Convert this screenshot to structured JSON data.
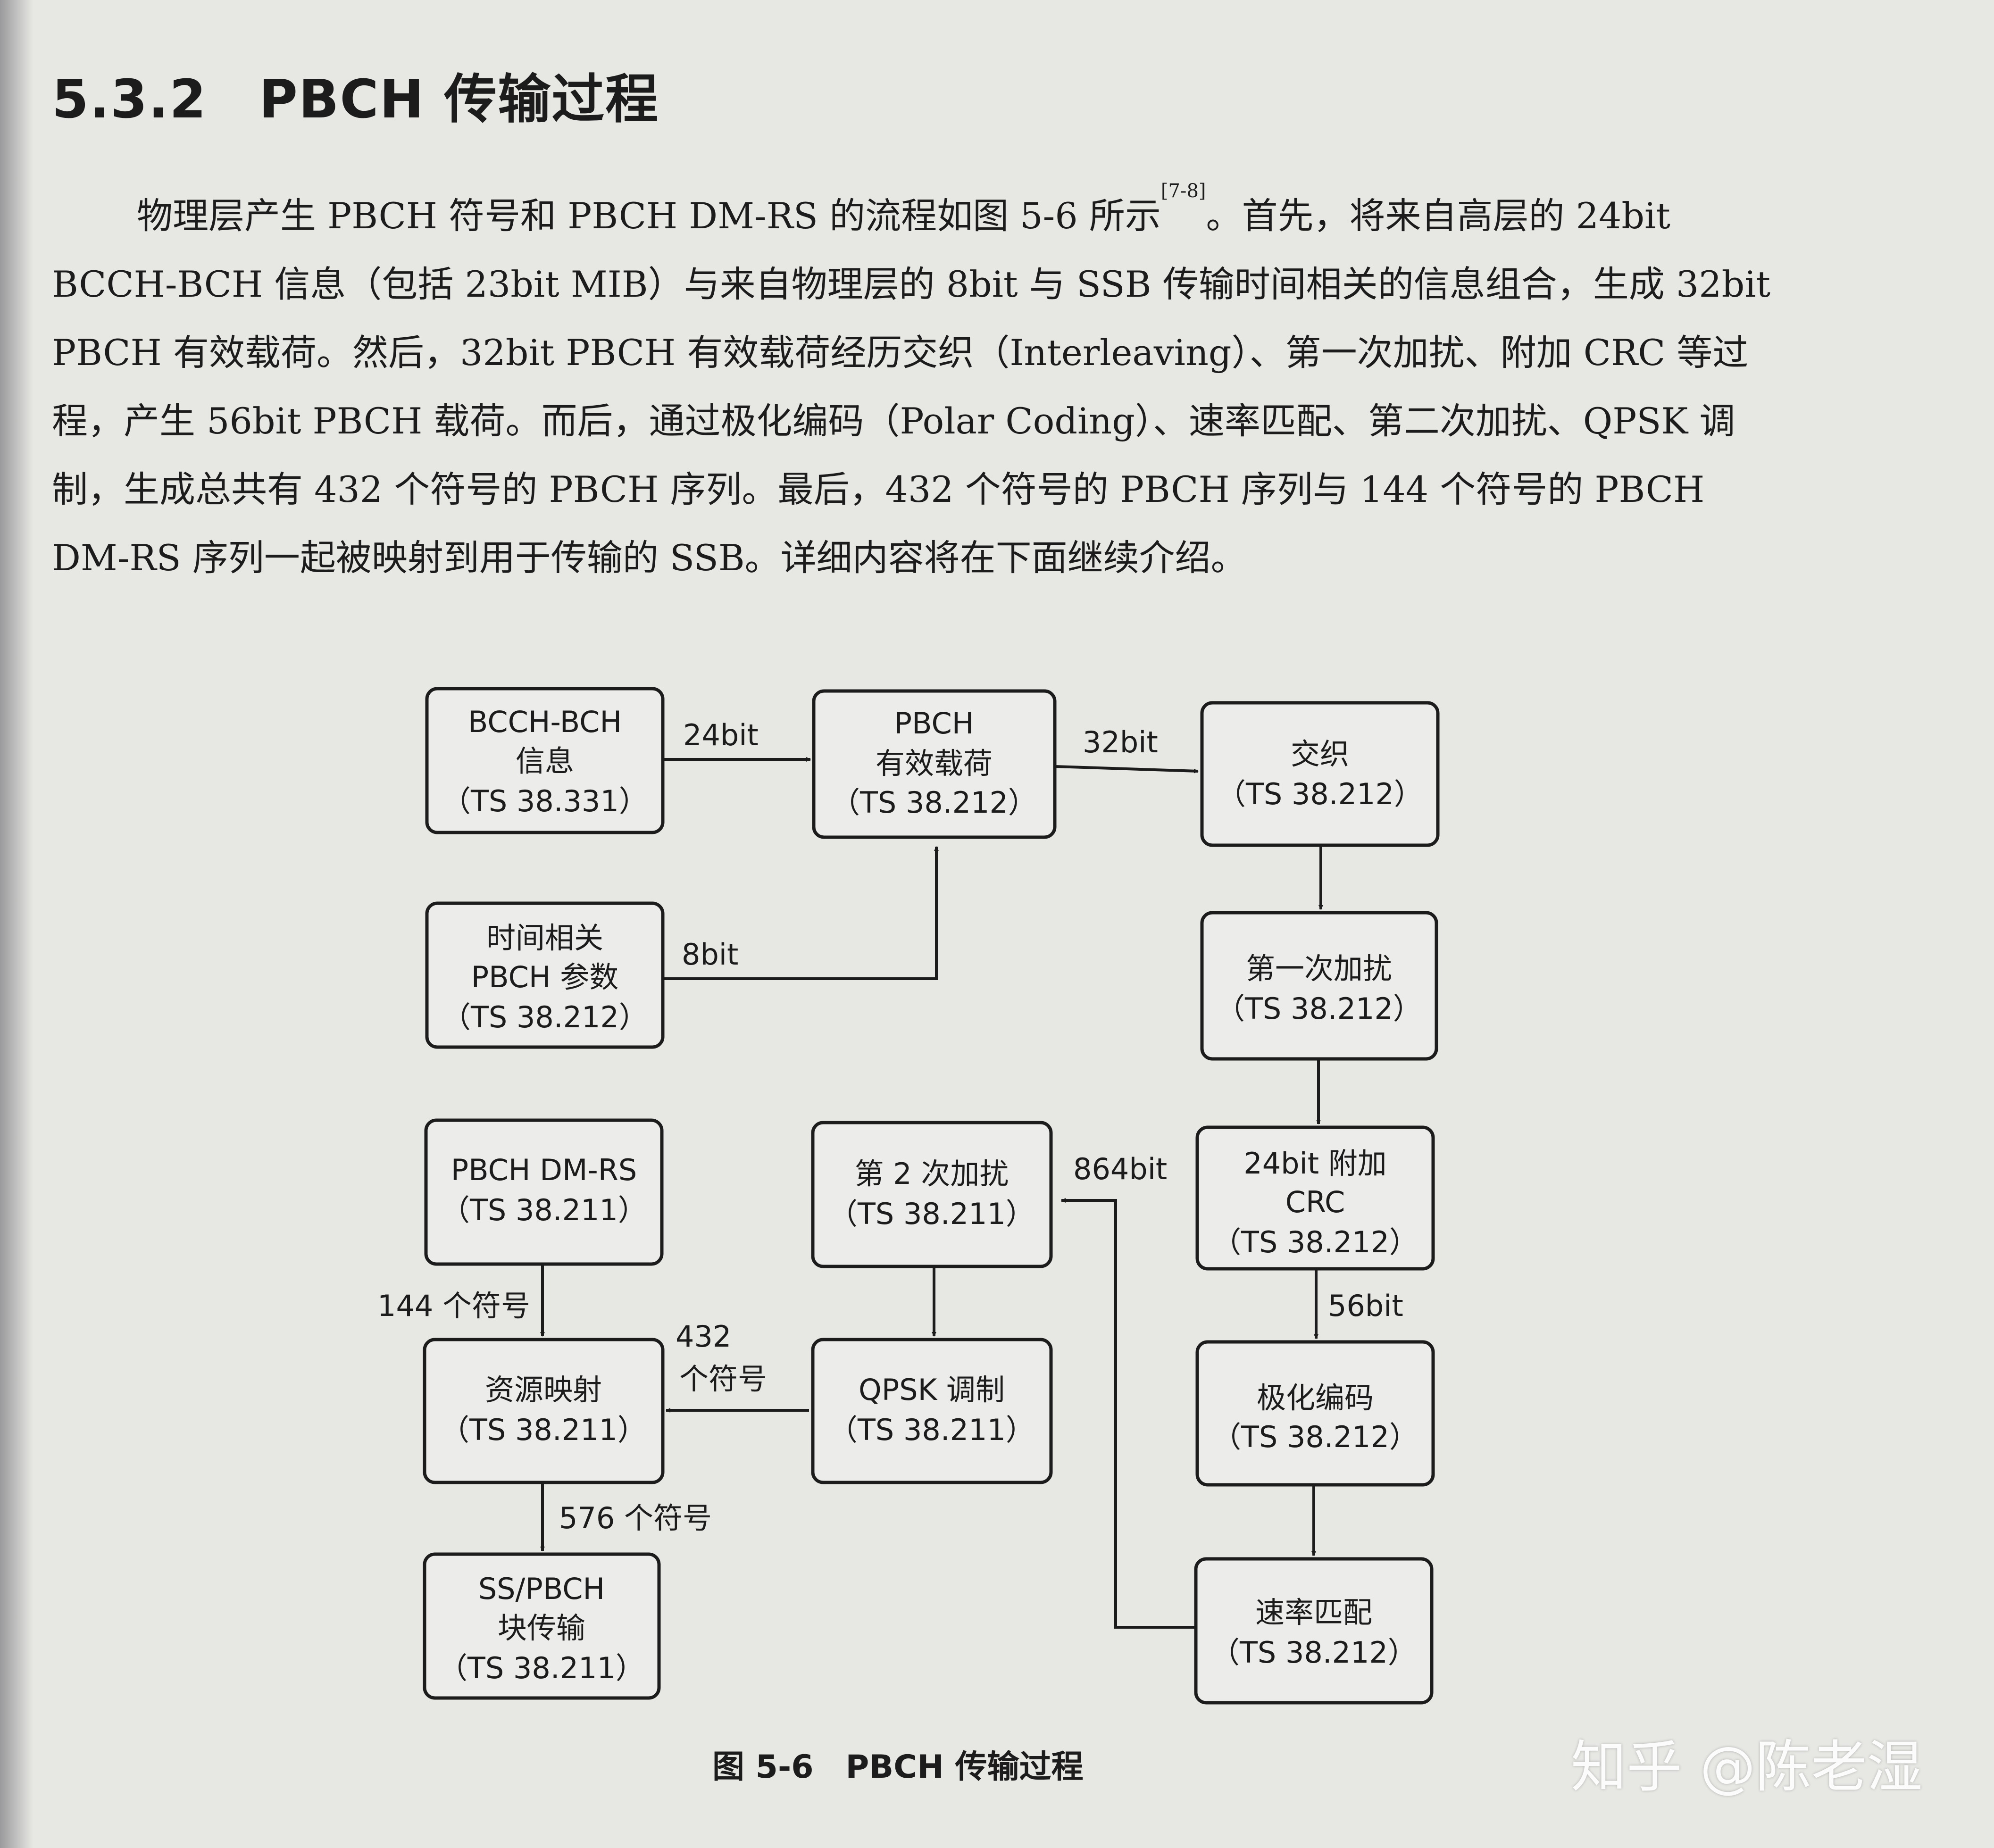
{
  "section": {
    "number": "5.3.2",
    "title": "PBCH 传输过程"
  },
  "paragraph": {
    "before_ref": "物理层产生 PBCH 符号和 PBCH DM-RS 的流程如图 5-6 所示",
    "ref": "[7-8]",
    "after_ref": "。首先，将来自高层的 24bit BCCH-BCH 信息（包括 23bit MIB）与来自物理层的 8bit 与 SSB 传输时间相关的信息组合，生成 32bit PBCH 有效载荷。然后，32bit PBCH 有效载荷经历交织（Interleaving）、第一次加扰、附加 CRC 等过程，产生 56bit PBCH 载荷。而后，通过极化编码（Polar Coding）、速率匹配、第二次加扰、QPSK 调制，生成总共有 432 个符号的 PBCH 序列。最后，432 个符号的 PBCH 序列与 144 个符号的 PBCH DM-RS 序列一起被映射到用于传输的 SSB。详细内容将在下面继续介绍。"
  },
  "figure": {
    "caption": "图 5-6　PBCH 传输过程",
    "boxes": {
      "bcch": [
        "BCCH-BCH",
        "信息",
        "（TS 38.331）"
      ],
      "payload": [
        "PBCH",
        "有效载荷",
        "（TS 38.212）"
      ],
      "interleave": [
        "交织",
        "（TS 38.212）"
      ],
      "time": [
        "时间相关",
        "PBCH 参数",
        "（TS 38.212）"
      ],
      "scramble1": [
        "第一次加扰",
        "（TS 38.212）"
      ],
      "dmrs": [
        "PBCH DM-RS",
        "（TS 38.211）"
      ],
      "scramble2": [
        "第 2 次加扰",
        "（TS 38.211）"
      ],
      "crc": [
        "24bit 附加",
        "CRC",
        "（TS 38.212）"
      ],
      "mapping": [
        "资源映射",
        "（TS 38.211）"
      ],
      "qpsk": [
        "QPSK 调制",
        "（TS 38.211）"
      ],
      "polar": [
        "极化编码",
        "（TS 38.212）"
      ],
      "ssb": [
        "SS/PBCH",
        "块传输",
        "（TS 38.211）"
      ],
      "ratematch": [
        "速率匹配",
        "（TS 38.212）"
      ]
    },
    "labels": {
      "l24": "24bit",
      "l32": "32bit",
      "l8": "8bit",
      "l864": "864bit",
      "l56": "56bit",
      "l144": "144 个符号",
      "l432a": "432",
      "l432b": "个符号",
      "l576": "576 个符号"
    }
  },
  "watermark": "知乎 @陈老湿"
}
